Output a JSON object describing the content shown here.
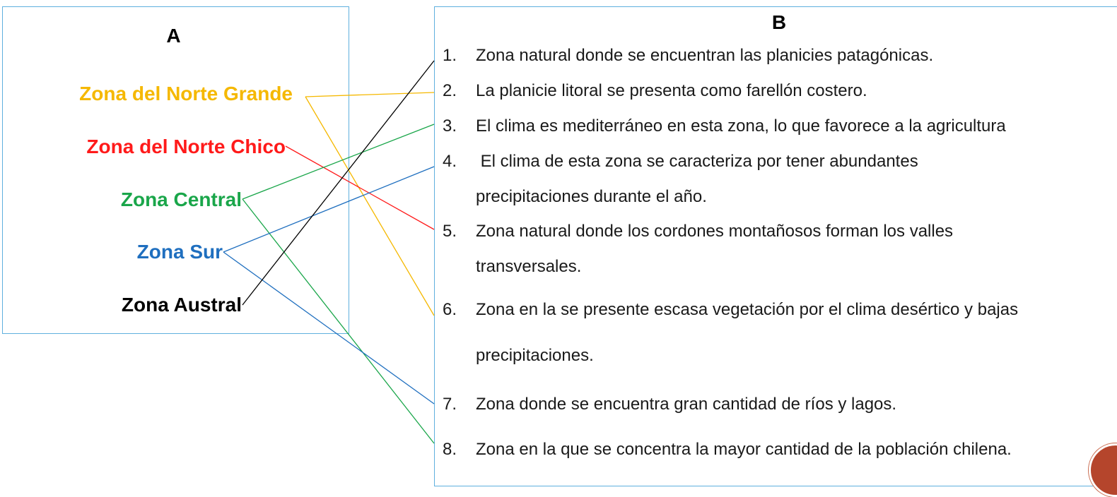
{
  "column_a": {
    "heading": "A",
    "zones": [
      {
        "label": "Zona del Norte Grande",
        "color": "#f5b800"
      },
      {
        "label": "Zona del Norte Chico",
        "color": "#ff1a1a"
      },
      {
        "label": "Zona Central",
        "color": "#1aa64a"
      },
      {
        "label": "Zona Sur",
        "color": "#1f6fbf"
      },
      {
        "label": "Zona Austral",
        "color": "#000000"
      }
    ]
  },
  "column_b": {
    "heading": "B",
    "items": [
      {
        "num": "1.",
        "lines": [
          "Zona natural donde se encuentran las planicies patagónicas."
        ]
      },
      {
        "num": "2.",
        "lines": [
          "La planicie litoral se presenta como farellón costero."
        ]
      },
      {
        "num": "3.",
        "lines": [
          "El clima es mediterráneo en esta zona, lo que favorece a la agricultura"
        ]
      },
      {
        "num": "4.",
        "lines": [
          " El clima de esta zona se caracteriza por tener abundantes",
          "precipitaciones durante el año."
        ]
      },
      {
        "num": "5.",
        "lines": [
          "Zona natural donde los cordones montañosos forman los valles",
          "transversales."
        ]
      },
      {
        "num": "6.",
        "lines": [
          "Zona en la se presente escasa vegetación por el clima desértico y bajas",
          "precipitaciones."
        ]
      },
      {
        "num": "7.",
        "lines": [
          "Zona donde se encuentra gran cantidad de ríos y lagos."
        ]
      },
      {
        "num": "8.",
        "lines": [
          "Zona en la que se concentra la mayor cantidad de la población chilena."
        ]
      }
    ]
  },
  "connections": [
    {
      "zone": 0,
      "items": [
        2,
        6
      ]
    },
    {
      "zone": 1,
      "items": [
        5
      ]
    },
    {
      "zone": 2,
      "items": [
        3,
        8
      ]
    },
    {
      "zone": 3,
      "items": [
        4,
        7
      ]
    },
    {
      "zone": 4,
      "items": [
        1
      ]
    }
  ]
}
